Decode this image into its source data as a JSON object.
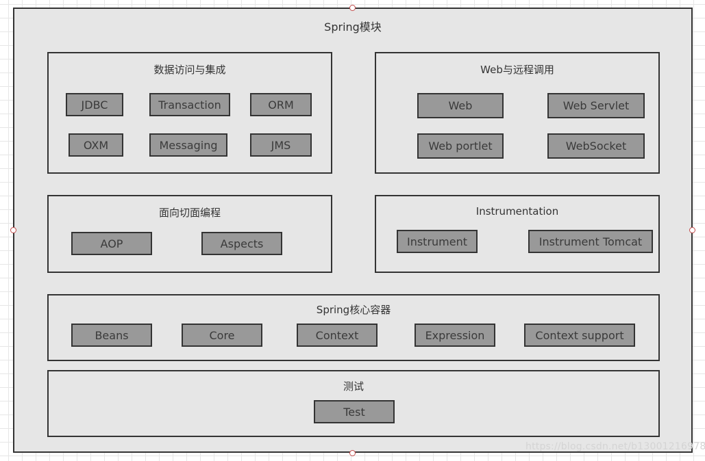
{
  "diagram": {
    "title": "Spring模块",
    "groups": {
      "data_access": {
        "title": "数据访问与集成",
        "modules": [
          "JDBC",
          "Transaction",
          "ORM",
          "OXM",
          "Messaging",
          "JMS"
        ]
      },
      "web_remoting": {
        "title": "Web与远程调用",
        "modules": [
          "Web",
          "Web Servlet",
          "Web portlet",
          "WebSocket"
        ]
      },
      "aop": {
        "title": "面向切面编程",
        "modules": [
          "AOP",
          "Aspects"
        ]
      },
      "instrumentation": {
        "title": "Instrumentation",
        "modules": [
          "Instrument",
          "Instrument Tomcat"
        ]
      },
      "core_container": {
        "title": "Spring核心容器",
        "modules": [
          "Beans",
          "Core",
          "Context",
          "Expression",
          "Context support"
        ]
      },
      "test": {
        "title": "测试",
        "modules": [
          "Test"
        ]
      }
    }
  },
  "watermark": "https://blog.csdn.net/b13001216978",
  "colors": {
    "container_fill": "#e6e6e6",
    "module_fill": "#999999",
    "border": "#333333",
    "handle": "#c24a4a"
  }
}
